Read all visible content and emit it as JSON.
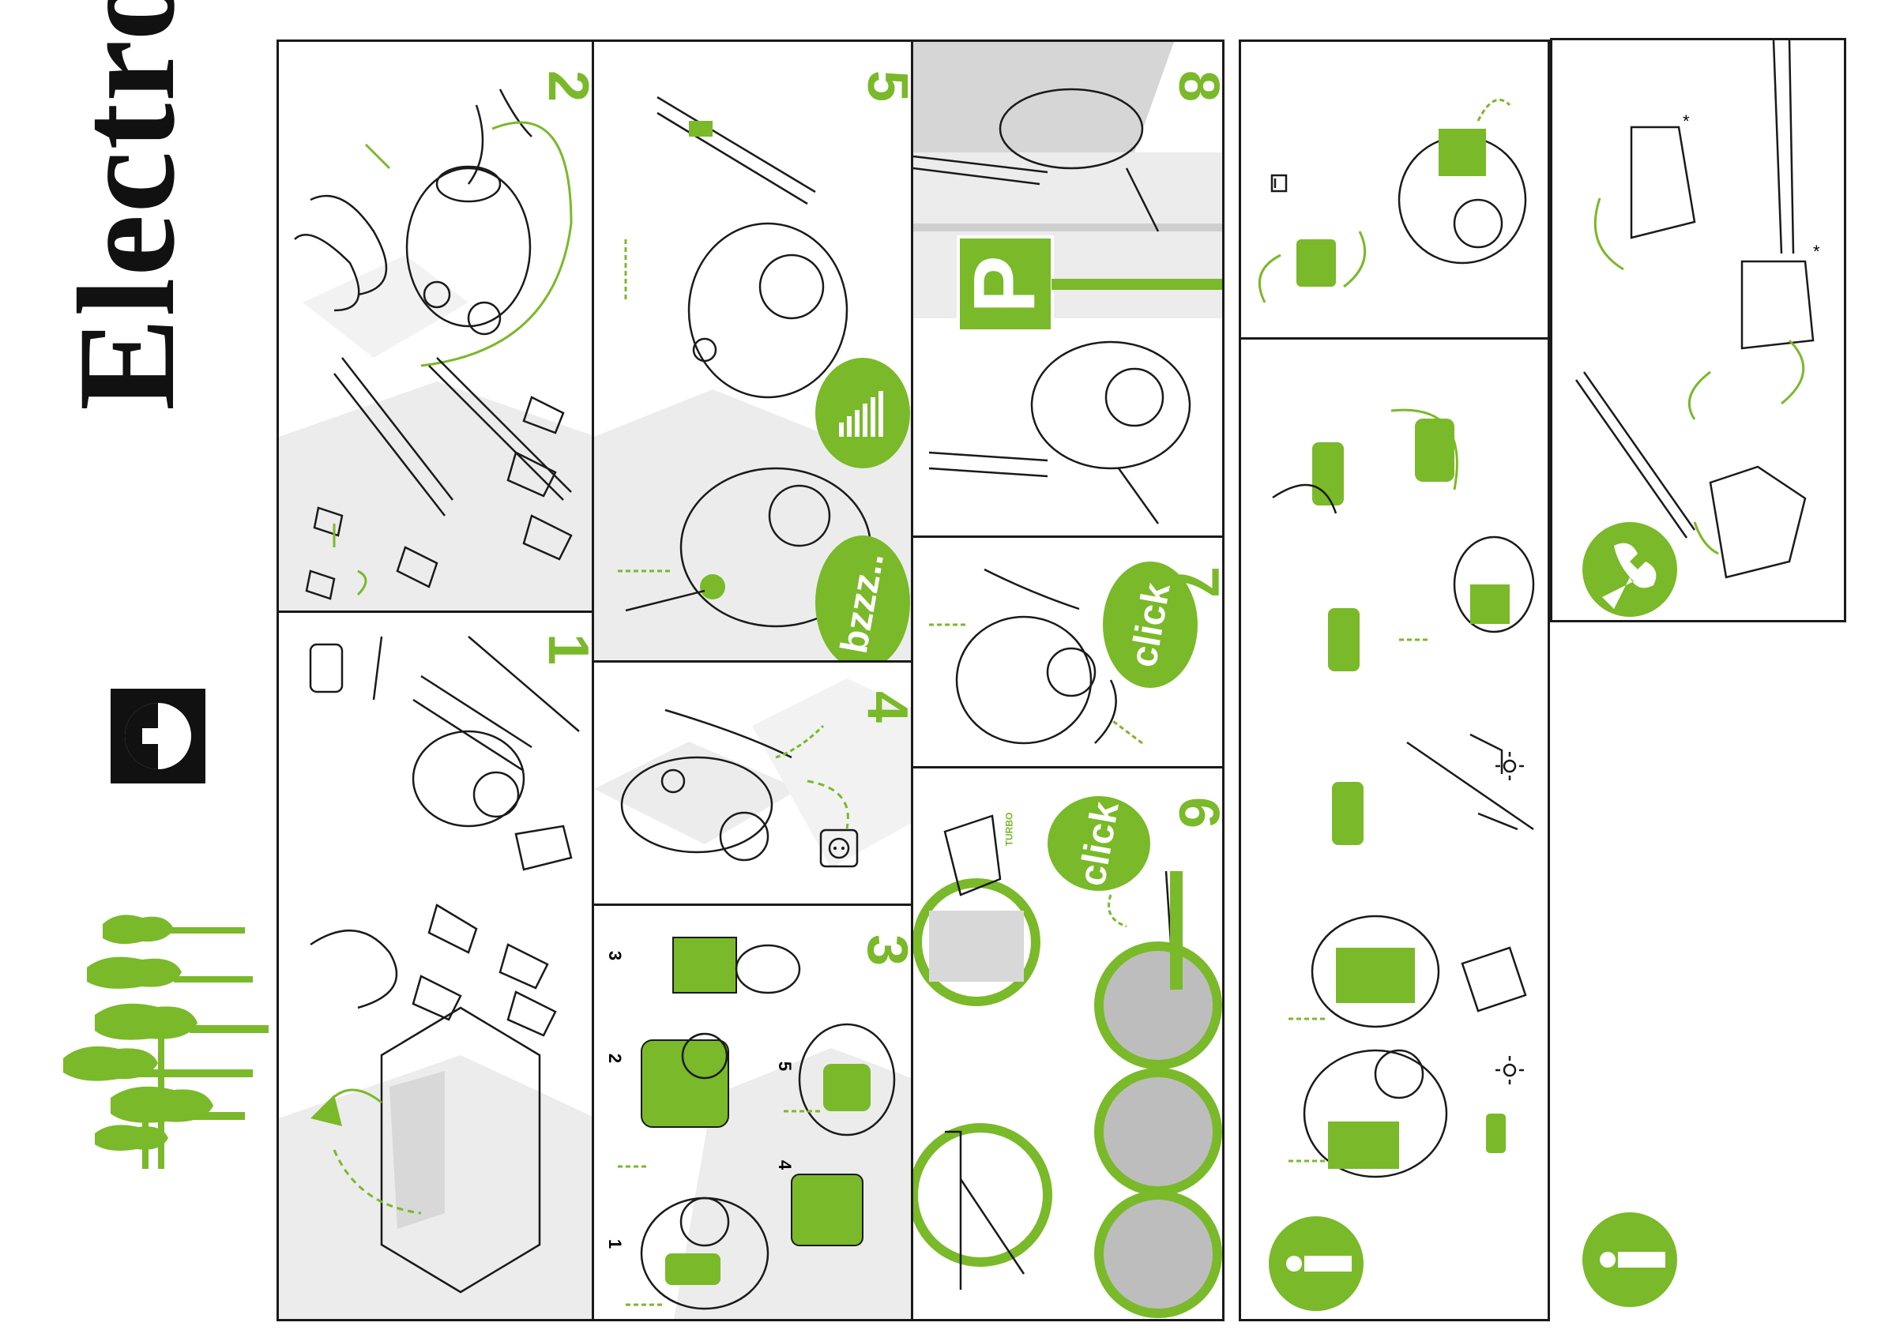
{
  "brand": {
    "name": "Electrolux"
  },
  "colors": {
    "accent": "#7ab929",
    "ink": "#1a1a1a",
    "shade": "#e9e9e9"
  },
  "panels": [
    {
      "id": "p2",
      "step": "2"
    },
    {
      "id": "p1",
      "step": "1"
    },
    {
      "id": "p5",
      "step": "5"
    },
    {
      "id": "p4",
      "step": "4"
    },
    {
      "id": "p3",
      "step": "3"
    },
    {
      "id": "p8",
      "step": "8"
    },
    {
      "id": "p7",
      "step": "7"
    },
    {
      "id": "p6",
      "step": "6"
    }
  ],
  "bubbles": {
    "bzzz": "bzzz..",
    "click7": "click",
    "click6": "click",
    "parking": "P",
    "turbo": "TURBO"
  },
  "substeps": [
    "3",
    "2",
    "5",
    "4",
    "1"
  ],
  "asterisk": "*",
  "icons": [
    "tree-icon",
    "wrench-icon",
    "info-icon",
    "sun-icon",
    "socket-icon",
    "bin-icon",
    "power-bars-icon"
  ]
}
